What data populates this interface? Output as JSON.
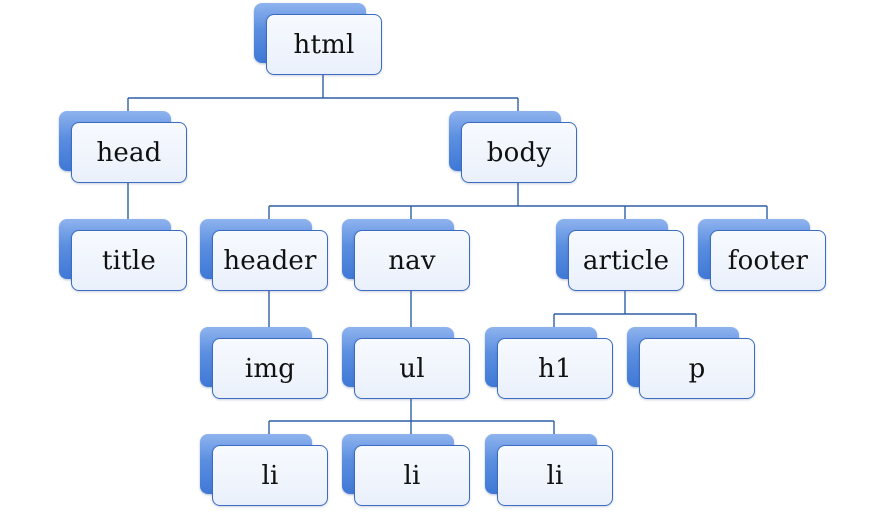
{
  "nodes": {
    "html": "html",
    "head": "head",
    "body": "body",
    "title": "title",
    "header": "header",
    "nav": "nav",
    "article": "article",
    "footer": "footer",
    "img": "img",
    "ul": "ul",
    "h1": "h1",
    "p": "p",
    "li_1": "li",
    "li_2": "li",
    "li_3": "li"
  },
  "edges": [
    [
      "html",
      "head"
    ],
    [
      "html",
      "body"
    ],
    [
      "head",
      "title"
    ],
    [
      "body",
      "header"
    ],
    [
      "body",
      "nav"
    ],
    [
      "body",
      "article"
    ],
    [
      "body",
      "footer"
    ],
    [
      "header",
      "img"
    ],
    [
      "nav",
      "ul"
    ],
    [
      "article",
      "h1"
    ],
    [
      "article",
      "p"
    ],
    [
      "ul",
      "li_1"
    ],
    [
      "ul",
      "li_2"
    ],
    [
      "ul",
      "li_3"
    ]
  ],
  "colors": {
    "line": "#2f5fa8",
    "node_border": "#3a6cc4",
    "node_shadow_fill": "#5a8ee0"
  }
}
